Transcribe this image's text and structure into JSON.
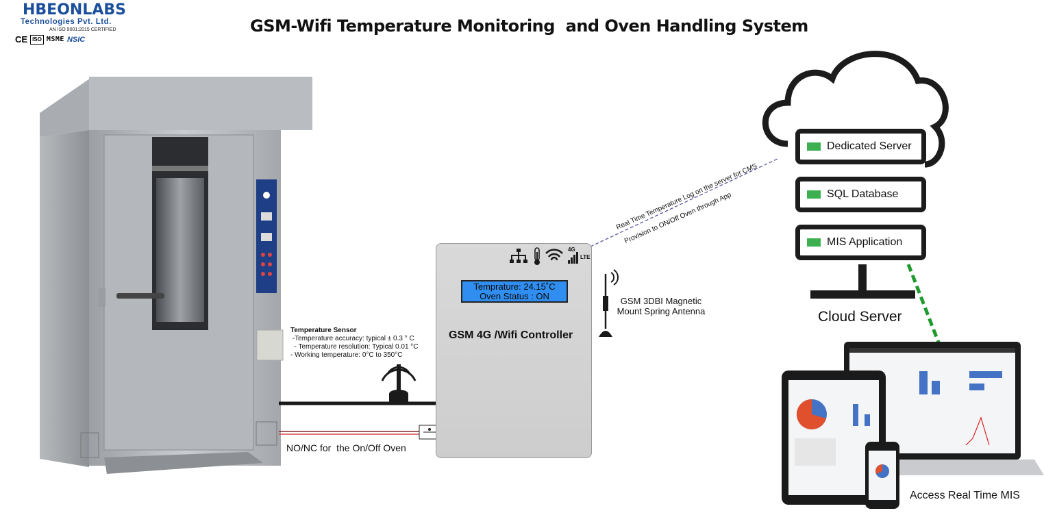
{
  "header": {
    "logo_name": "HBEONLABS",
    "logo_sub": "Technologies Pvt. Ltd.",
    "logo_iso": "AN ISO 9001:2015 CERTIFIED",
    "cert_ce": "CE",
    "cert_iso": "ISO",
    "cert_msme": "MSME",
    "cert_nsic": "NSIC",
    "title": "GSM-Wifi Temperature Monitoring  and Oven Handling System"
  },
  "controller": {
    "lcd_line1": "Temprature: 24.15˚C",
    "lcd_line2": "Oven Status : ON",
    "label": "GSM 4G /Wifi Controller",
    "icons": [
      "network-icon",
      "thermometer-icon",
      "wifi-icon",
      "signal-4g-icon"
    ],
    "signal_tag_top": "4G",
    "signal_tag": "LTE"
  },
  "sensor": {
    "title": "Temperature Sensor",
    "lines": [
      " -Temperature accuracy: typical ± 0.3 ° C",
      "  - Temperature resolution: Typical 0.01 °C",
      "- Working temperature: 0°C to 350°C"
    ]
  },
  "antenna": {
    "label_line1": "GSM 3DBI Magnetic",
    "label_line2": "Mount Spring Antenna"
  },
  "link": {
    "line1": "Real Time Temperature Log on the server for CMS",
    "line2": "Provision to ON/Off Oven through App"
  },
  "relay": {
    "label": "NO/NC for  the On/Off Oven"
  },
  "cloud": {
    "servers": [
      "Dedicated Server",
      "SQL Database",
      "MIS Application"
    ],
    "label": "Cloud Server"
  },
  "devices": {
    "label": "Access Real Time MIS"
  },
  "colors": {
    "lcd": "#2f8ef0",
    "led": "#3cb050",
    "dashed_green": "#1f9a2e",
    "dashed_link": "#4a4a9a",
    "relay_wire": "#c23b3b",
    "logo_blue": "#1b4f9c"
  }
}
